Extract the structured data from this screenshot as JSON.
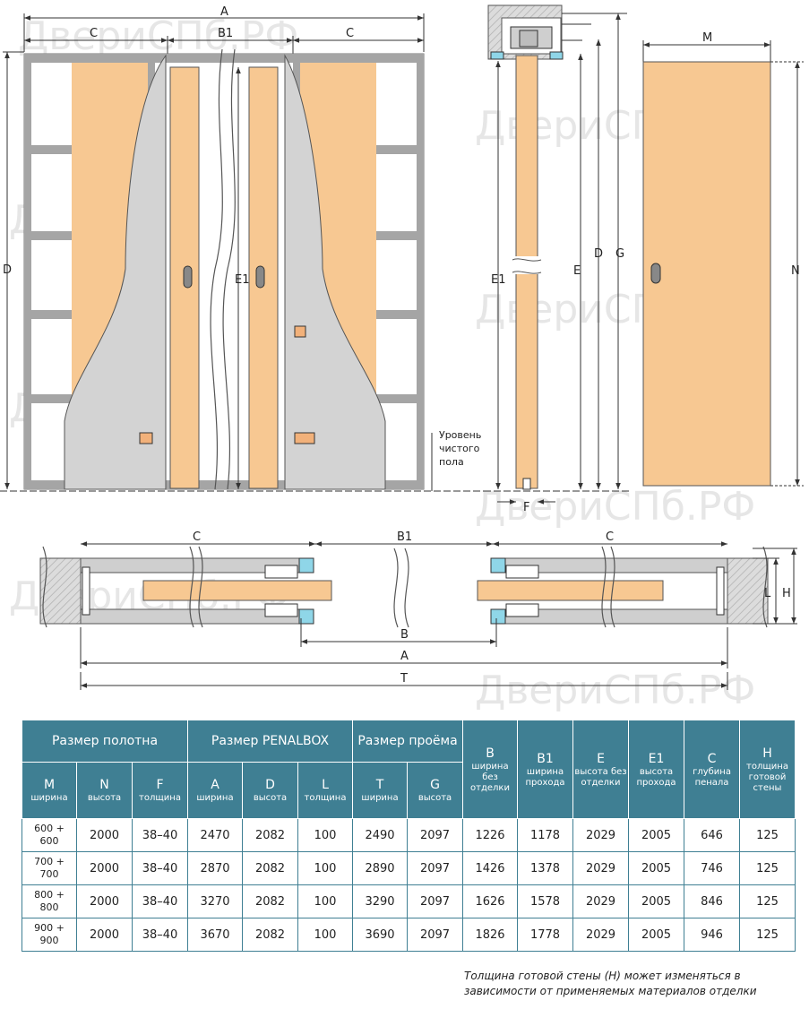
{
  "watermark": "ДвериСПб.РФ",
  "front_view": {
    "labels": {
      "A": "A",
      "B1": "B1",
      "C_left": "C",
      "C_right": "C",
      "D": "D",
      "E1": "E1"
    },
    "floor_level": [
      "Уровень",
      "чистого",
      "пола"
    ]
  },
  "side_view": {
    "labels": {
      "E1": "E1",
      "E": "E",
      "D": "D",
      "G": "G",
      "F": "F"
    }
  },
  "door_view": {
    "labels": {
      "M": "M",
      "N": "N"
    }
  },
  "plan_view": {
    "labels": {
      "C_left": "C",
      "B1": "B1",
      "C_right": "C",
      "B": "B",
      "A": "A",
      "T": "T",
      "L": "L",
      "H": "H"
    }
  },
  "table": {
    "groups": [
      {
        "label": "Размер полотна"
      },
      {
        "label": "Размер PENALBOX"
      },
      {
        "label": "Размер проёма"
      }
    ],
    "sub_columns": [
      {
        "code": "M",
        "desc": "ширина"
      },
      {
        "code": "N",
        "desc": "высота"
      },
      {
        "code": "F",
        "desc": "толщина"
      },
      {
        "code": "A",
        "desc": "ширина"
      },
      {
        "code": "D",
        "desc": "высота"
      },
      {
        "code": "L",
        "desc": "толщина"
      },
      {
        "code": "T",
        "desc": "ширина"
      },
      {
        "code": "G",
        "desc": "высота"
      }
    ],
    "tall_columns": [
      {
        "code": "B",
        "desc": "ширина без отделки"
      },
      {
        "code": "B1",
        "desc": "ширина прохода"
      },
      {
        "code": "E",
        "desc": "высота без отделки"
      },
      {
        "code": "E1",
        "desc": "высота прохода"
      },
      {
        "code": "C",
        "desc": "глубина пенала"
      },
      {
        "code": "H",
        "desc": "толщина готовой стены"
      }
    ],
    "rows": [
      [
        "600 + 600",
        "2000",
        "38–40",
        "2470",
        "2082",
        "100",
        "2490",
        "2097",
        "1226",
        "1178",
        "2029",
        "2005",
        "646",
        "125"
      ],
      [
        "700 + 700",
        "2000",
        "38–40",
        "2870",
        "2082",
        "100",
        "2890",
        "2097",
        "1426",
        "1378",
        "2029",
        "2005",
        "746",
        "125"
      ],
      [
        "800 + 800",
        "2000",
        "38–40",
        "3270",
        "2082",
        "100",
        "3290",
        "2097",
        "1626",
        "1578",
        "2029",
        "2005",
        "846",
        "125"
      ],
      [
        "900 + 900",
        "2000",
        "38–40",
        "3670",
        "2082",
        "100",
        "3690",
        "2097",
        "1826",
        "1778",
        "2029",
        "2005",
        "946",
        "125"
      ]
    ]
  },
  "note": [
    "Толщина готовой стены (H) может изменяться в",
    "зависимости от применяемых материалов отделки"
  ],
  "colors": {
    "header": "#3f7f93",
    "door": "#f7c892",
    "frame": "#9a9a9a",
    "wall": "#d9d9d9",
    "fitting": "#8fd6e8"
  }
}
